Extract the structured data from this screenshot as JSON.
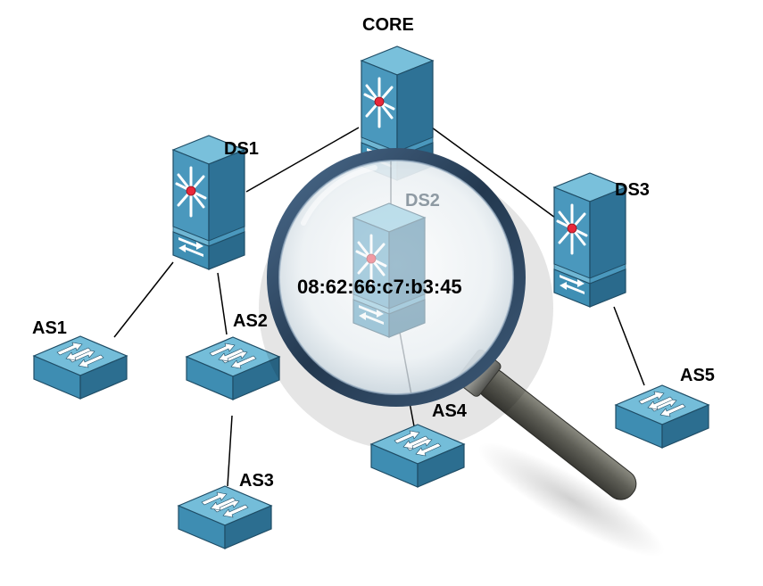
{
  "nodes": {
    "core": {
      "label": "CORE"
    },
    "ds1": {
      "label": "DS1"
    },
    "ds2": {
      "label": "DS2"
    },
    "ds3": {
      "label": "DS3"
    },
    "as1": {
      "label": "AS1"
    },
    "as2": {
      "label": "AS2"
    },
    "as3": {
      "label": "AS3"
    },
    "as4": {
      "label": "AS4"
    },
    "as5": {
      "label": "AS5"
    }
  },
  "magnifier": {
    "mac_address": "08:62:66:c7:b3:45"
  },
  "colors": {
    "switch_top": "#6fb6d3",
    "switch_front": "#3f8fb4",
    "switch_side": "#2d6f91",
    "edge": "#1f4d66",
    "arrow_white": "#ffffff",
    "router_core": "#e8283a",
    "link": "#000000",
    "lens_rim": "#2f4c6e",
    "handle": "#5a5a52"
  },
  "icons": {
    "multilayer_switch": "multilayer-switch-icon",
    "access_switch": "access-switch-icon",
    "magnifier": "magnifying-glass-icon"
  }
}
